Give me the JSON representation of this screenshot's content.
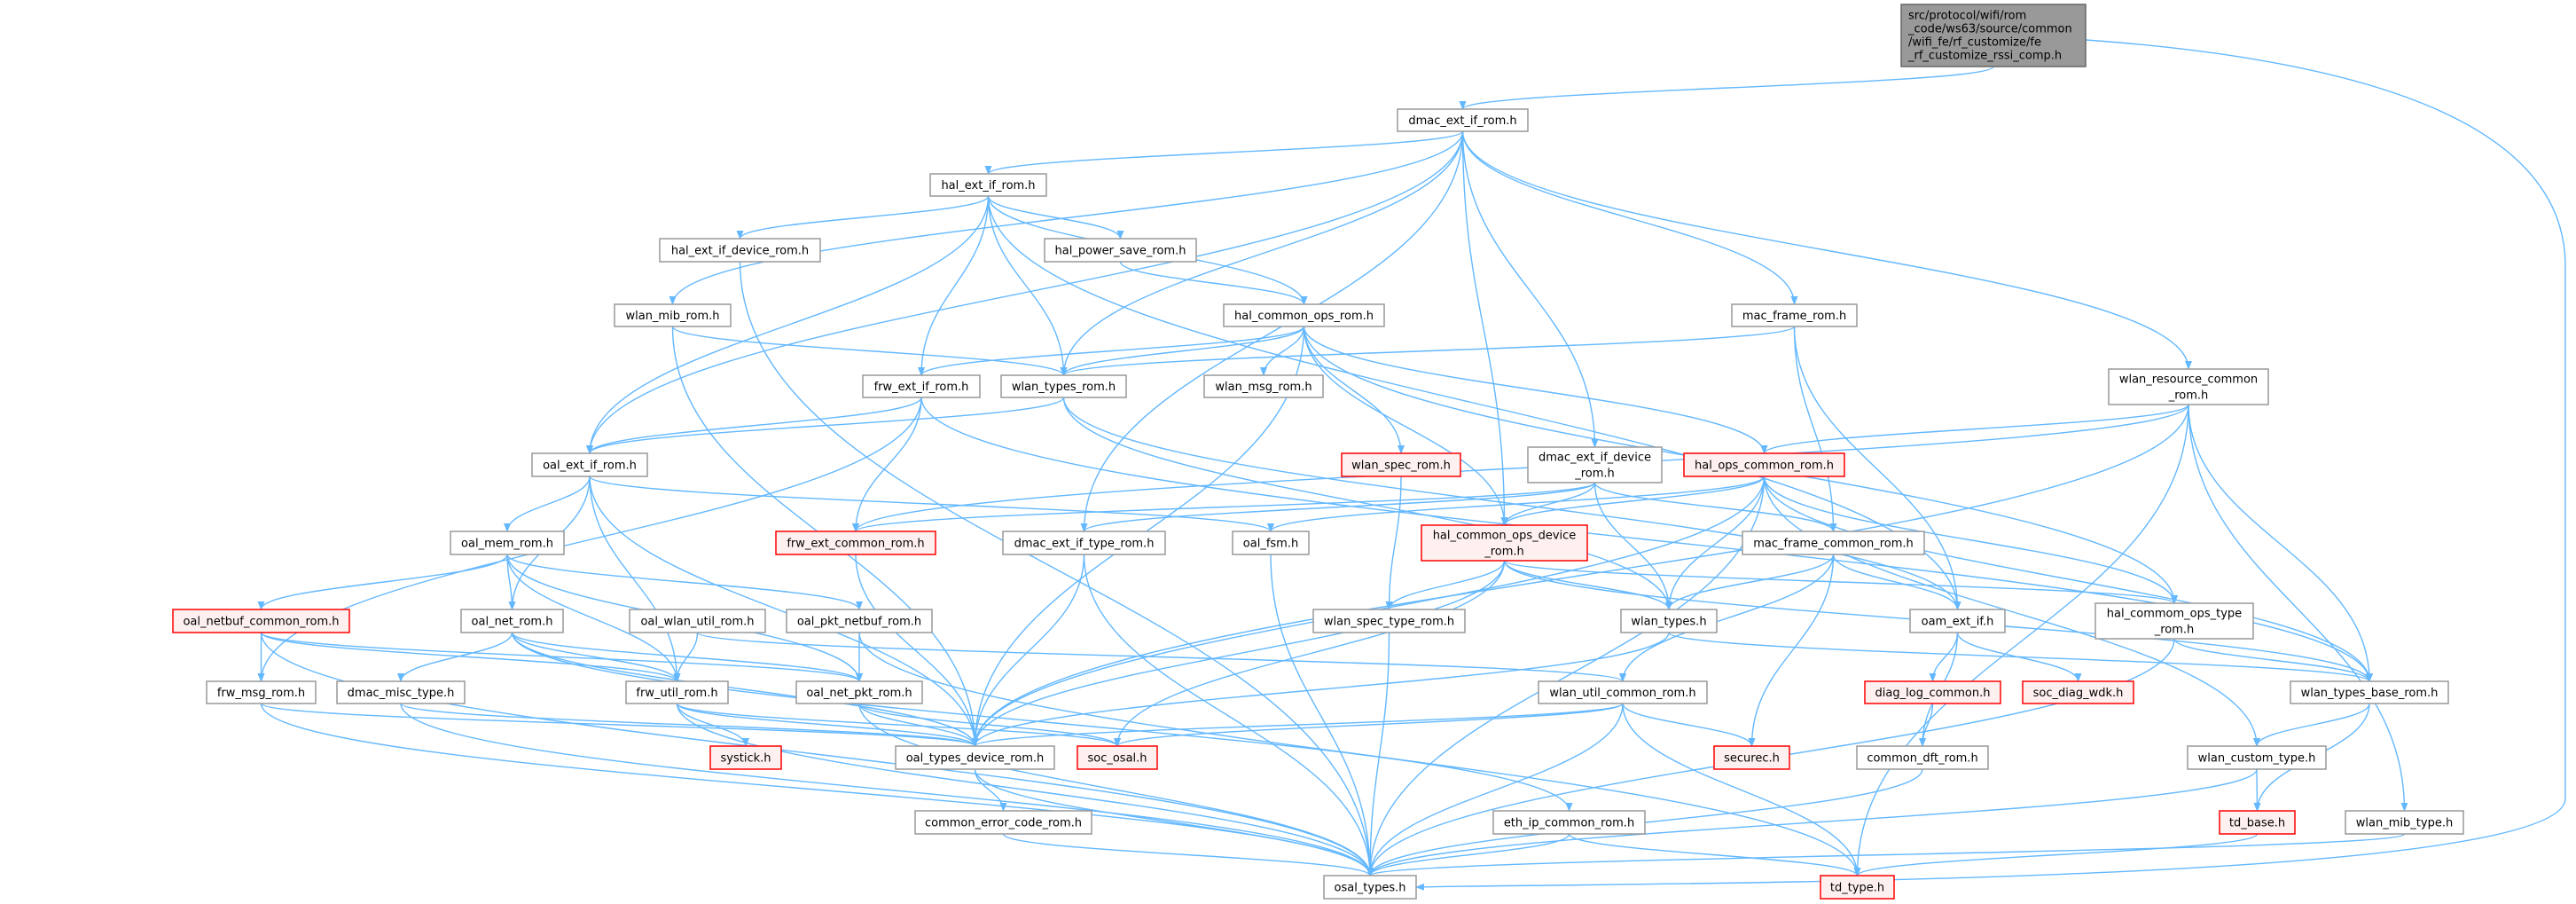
{
  "graph": {
    "edge_color": "#63b8ff",
    "nodes": [
      {
        "id": "root",
        "kind": "root",
        "lines": [
          "src/protocol/wifi/rom",
          "_code/ws63/source/common",
          "/wifi_fe/rf_customize/fe",
          "_rf_customize_rssi_comp.h"
        ]
      },
      {
        "id": "dmac_ext_if_rom",
        "kind": "normal",
        "lines": [
          "dmac_ext_if_rom.h"
        ]
      },
      {
        "id": "hal_ext_if_rom",
        "kind": "normal",
        "lines": [
          "hal_ext_if_rom.h"
        ]
      },
      {
        "id": "hal_ext_if_device_rom",
        "kind": "normal",
        "lines": [
          "hal_ext_if_device_rom.h"
        ]
      },
      {
        "id": "hal_power_save_rom",
        "kind": "normal",
        "lines": [
          "hal_power_save_rom.h"
        ]
      },
      {
        "id": "wlan_mib_rom",
        "kind": "normal",
        "lines": [
          "wlan_mib_rom.h"
        ]
      },
      {
        "id": "hal_common_ops_rom",
        "kind": "normal",
        "lines": [
          "hal_common_ops_rom.h"
        ]
      },
      {
        "id": "mac_frame_rom",
        "kind": "normal",
        "lines": [
          "mac_frame_rom.h"
        ]
      },
      {
        "id": "frw_ext_if_rom",
        "kind": "normal",
        "lines": [
          "frw_ext_if_rom.h"
        ]
      },
      {
        "id": "wlan_types_rom",
        "kind": "normal",
        "lines": [
          "wlan_types_rom.h"
        ]
      },
      {
        "id": "wlan_msg_rom",
        "kind": "normal",
        "lines": [
          "wlan_msg_rom.h"
        ]
      },
      {
        "id": "wlan_resource_common_rom",
        "kind": "normal",
        "lines": [
          "wlan_resource_common",
          "_rom.h"
        ]
      },
      {
        "id": "oal_ext_if_rom",
        "kind": "normal",
        "lines": [
          "oal_ext_if_rom.h"
        ]
      },
      {
        "id": "wlan_spec_rom",
        "kind": "incomplete",
        "lines": [
          "wlan_spec_rom.h"
        ]
      },
      {
        "id": "dmac_ext_if_device_rom",
        "kind": "normal",
        "lines": [
          "dmac_ext_if_device",
          "_rom.h"
        ]
      },
      {
        "id": "hal_ops_common_rom",
        "kind": "incomplete",
        "lines": [
          "hal_ops_common_rom.h"
        ]
      },
      {
        "id": "oal_mem_rom",
        "kind": "normal",
        "lines": [
          "oal_mem_rom.h"
        ]
      },
      {
        "id": "frw_ext_common_rom",
        "kind": "incomplete",
        "lines": [
          "frw_ext_common_rom.h"
        ]
      },
      {
        "id": "dmac_ext_if_type_rom",
        "kind": "normal",
        "lines": [
          "dmac_ext_if_type_rom.h"
        ]
      },
      {
        "id": "oal_fsm",
        "kind": "normal",
        "lines": [
          "oal_fsm.h"
        ]
      },
      {
        "id": "hal_common_ops_device_rom",
        "kind": "incomplete",
        "lines": [
          "hal_common_ops_device",
          "_rom.h"
        ]
      },
      {
        "id": "mac_frame_common_rom",
        "kind": "normal",
        "lines": [
          "mac_frame_common_rom.h"
        ]
      },
      {
        "id": "oal_netbuf_common_rom",
        "kind": "incomplete",
        "lines": [
          "oal_netbuf_common_rom.h"
        ]
      },
      {
        "id": "oal_net_rom",
        "kind": "normal",
        "lines": [
          "oal_net_rom.h"
        ]
      },
      {
        "id": "oal_wlan_util_rom",
        "kind": "normal",
        "lines": [
          "oal_wlan_util_rom.h"
        ]
      },
      {
        "id": "oal_pkt_netbuf_rom",
        "kind": "normal",
        "lines": [
          "oal_pkt_netbuf_rom.h"
        ]
      },
      {
        "id": "wlan_spec_type_rom",
        "kind": "normal",
        "lines": [
          "wlan_spec_type_rom.h"
        ]
      },
      {
        "id": "wlan_types",
        "kind": "normal",
        "lines": [
          "wlan_types.h"
        ]
      },
      {
        "id": "oam_ext_if",
        "kind": "normal",
        "lines": [
          "oam_ext_if.h"
        ]
      },
      {
        "id": "hal_commom_ops_type_rom",
        "kind": "normal",
        "lines": [
          "hal_commom_ops_type",
          "_rom.h"
        ]
      },
      {
        "id": "frw_msg_rom",
        "kind": "normal",
        "lines": [
          "frw_msg_rom.h"
        ]
      },
      {
        "id": "dmac_misc_type",
        "kind": "normal",
        "lines": [
          "dmac_misc_type.h"
        ]
      },
      {
        "id": "frw_util_rom",
        "kind": "normal",
        "lines": [
          "frw_util_rom.h"
        ]
      },
      {
        "id": "oal_net_pkt_rom",
        "kind": "normal",
        "lines": [
          "oal_net_pkt_rom.h"
        ]
      },
      {
        "id": "wlan_util_common_rom",
        "kind": "normal",
        "lines": [
          "wlan_util_common_rom.h"
        ]
      },
      {
        "id": "diag_log_common",
        "kind": "incomplete",
        "lines": [
          "diag_log_common.h"
        ]
      },
      {
        "id": "soc_diag_wdk",
        "kind": "incomplete",
        "lines": [
          "soc_diag_wdk.h"
        ]
      },
      {
        "id": "wlan_types_base_rom",
        "kind": "normal",
        "lines": [
          "wlan_types_base_rom.h"
        ]
      },
      {
        "id": "systick",
        "kind": "incomplete",
        "lines": [
          "systick.h"
        ]
      },
      {
        "id": "oal_types_device_rom",
        "kind": "normal",
        "lines": [
          "oal_types_device_rom.h"
        ]
      },
      {
        "id": "soc_osal",
        "kind": "incomplete",
        "lines": [
          "soc_osal.h"
        ]
      },
      {
        "id": "securec",
        "kind": "incomplete",
        "lines": [
          "securec.h"
        ]
      },
      {
        "id": "common_dft_rom",
        "kind": "normal",
        "lines": [
          "common_dft_rom.h"
        ]
      },
      {
        "id": "wlan_custom_type",
        "kind": "normal",
        "lines": [
          "wlan_custom_type.h"
        ]
      },
      {
        "id": "common_error_code_rom",
        "kind": "normal",
        "lines": [
          "common_error_code_rom.h"
        ]
      },
      {
        "id": "eth_ip_common_rom",
        "kind": "normal",
        "lines": [
          "eth_ip_common_rom.h"
        ]
      },
      {
        "id": "td_base",
        "kind": "incomplete",
        "lines": [
          "td_base.h"
        ]
      },
      {
        "id": "wlan_mib_type",
        "kind": "normal",
        "lines": [
          "wlan_mib_type.h"
        ]
      },
      {
        "id": "osal_types",
        "kind": "normal",
        "lines": [
          "osal_types.h"
        ]
      },
      {
        "id": "td_type",
        "kind": "incomplete",
        "lines": [
          "td_type.h"
        ]
      }
    ],
    "edges": [
      [
        "root",
        "dmac_ext_if_rom"
      ],
      [
        "root",
        "osal_types"
      ],
      [
        "dmac_ext_if_rom",
        "hal_ext_if_rom"
      ],
      [
        "dmac_ext_if_rom",
        "oal_ext_if_rom"
      ],
      [
        "dmac_ext_if_rom",
        "wlan_mib_rom"
      ],
      [
        "dmac_ext_if_rom",
        "wlan_types_rom"
      ],
      [
        "dmac_ext_if_rom",
        "dmac_ext_if_type_rom"
      ],
      [
        "dmac_ext_if_rom",
        "dmac_ext_if_device_rom"
      ],
      [
        "dmac_ext_if_rom",
        "mac_frame_rom"
      ],
      [
        "dmac_ext_if_rom",
        "wlan_resource_common_rom"
      ],
      [
        "dmac_ext_if_rom",
        "hal_common_ops_device_rom"
      ],
      [
        "hal_ext_if_rom",
        "hal_ext_if_device_rom"
      ],
      [
        "hal_ext_if_rom",
        "hal_power_save_rom"
      ],
      [
        "hal_ext_if_rom",
        "hal_common_ops_rom"
      ],
      [
        "hal_ext_if_rom",
        "frw_ext_if_rom"
      ],
      [
        "hal_ext_if_rom",
        "wlan_types_rom"
      ],
      [
        "hal_ext_if_rom",
        "oal_ext_if_rom"
      ],
      [
        "hal_ext_if_rom",
        "oam_ext_if"
      ],
      [
        "hal_ext_if_device_rom",
        "osal_types"
      ],
      [
        "wlan_mib_rom",
        "wlan_types_rom"
      ],
      [
        "wlan_mib_rom",
        "oal_types_device_rom"
      ],
      [
        "hal_power_save_rom",
        "hal_common_ops_rom"
      ],
      [
        "hal_common_ops_rom",
        "frw_ext_if_rom"
      ],
      [
        "hal_common_ops_rom",
        "wlan_types_rom"
      ],
      [
        "hal_common_ops_rom",
        "wlan_msg_rom"
      ],
      [
        "hal_common_ops_rom",
        "wlan_spec_rom"
      ],
      [
        "hal_common_ops_rom",
        "hal_common_ops_device_rom"
      ],
      [
        "hal_common_ops_rom",
        "hal_ops_common_rom"
      ],
      [
        "hal_common_ops_rom",
        "hal_commom_ops_type_rom"
      ],
      [
        "hal_common_ops_rom",
        "oal_types_device_rom"
      ],
      [
        "mac_frame_rom",
        "wlan_types_rom"
      ],
      [
        "mac_frame_rom",
        "mac_frame_common_rom"
      ],
      [
        "mac_frame_rom",
        "oam_ext_if"
      ],
      [
        "frw_ext_if_rom",
        "oal_ext_if_rom"
      ],
      [
        "frw_ext_if_rom",
        "frw_ext_common_rom"
      ],
      [
        "frw_ext_if_rom",
        "frw_msg_rom"
      ],
      [
        "frw_ext_if_rom",
        "wlan_types_base_rom"
      ],
      [
        "wlan_types_rom",
        "oal_ext_if_rom"
      ],
      [
        "wlan_types_rom",
        "wlan_types"
      ],
      [
        "wlan_types_rom",
        "oam_ext_if"
      ],
      [
        "wlan_resource_common_rom",
        "hal_ops_common_rom"
      ],
      [
        "wlan_resource_common_rom",
        "frw_ext_common_rom"
      ],
      [
        "wlan_resource_common_rom",
        "oal_types_device_rom"
      ],
      [
        "wlan_resource_common_rom",
        "wlan_types_base_rom"
      ],
      [
        "wlan_resource_common_rom",
        "wlan_mib_type"
      ],
      [
        "wlan_resource_common_rom",
        "td_type"
      ],
      [
        "oal_ext_if_rom",
        "oal_mem_rom"
      ],
      [
        "oal_ext_if_rom",
        "oal_net_rom"
      ],
      [
        "oal_ext_if_rom",
        "oal_fsm"
      ],
      [
        "oal_ext_if_rom",
        "frw_util_rom"
      ],
      [
        "oal_ext_if_rom",
        "oal_types_device_rom"
      ],
      [
        "oal_mem_rom",
        "oal_netbuf_common_rom"
      ],
      [
        "oal_mem_rom",
        "oal_net_rom"
      ],
      [
        "oal_mem_rom",
        "oal_pkt_netbuf_rom"
      ],
      [
        "oal_mem_rom",
        "frw_util_rom"
      ],
      [
        "oal_mem_rom",
        "oal_net_pkt_rom"
      ],
      [
        "oal_netbuf_common_rom",
        "frw_msg_rom"
      ],
      [
        "oal_netbuf_common_rom",
        "frw_util_rom"
      ],
      [
        "oal_netbuf_common_rom",
        "oal_net_pkt_rom"
      ],
      [
        "oal_netbuf_common_rom",
        "osal_types"
      ],
      [
        "oal_net_rom",
        "dmac_misc_type"
      ],
      [
        "oal_net_rom",
        "frw_util_rom"
      ],
      [
        "oal_net_rom",
        "oal_net_pkt_rom"
      ],
      [
        "oal_net_rom",
        "oal_types_device_rom"
      ],
      [
        "oal_net_rom",
        "eth_ip_common_rom"
      ],
      [
        "oal_wlan_util_rom",
        "frw_util_rom"
      ],
      [
        "oal_wlan_util_rom",
        "wlan_util_common_rom"
      ],
      [
        "oal_pkt_netbuf_rom",
        "oal_net_pkt_rom"
      ],
      [
        "oal_pkt_netbuf_rom",
        "td_type"
      ],
      [
        "frw_msg_rom",
        "oal_types_device_rom"
      ],
      [
        "frw_msg_rom",
        "osal_types"
      ],
      [
        "dmac_misc_type",
        "oal_types_device_rom"
      ],
      [
        "dmac_misc_type",
        "osal_types"
      ],
      [
        "frw_util_rom",
        "systick"
      ],
      [
        "frw_util_rom",
        "oal_types_device_rom"
      ],
      [
        "frw_util_rom",
        "soc_osal"
      ],
      [
        "frw_util_rom",
        "osal_types"
      ],
      [
        "oal_net_pkt_rom",
        "oal_types_device_rom"
      ],
      [
        "oal_net_pkt_rom",
        "soc_osal"
      ],
      [
        "oal_net_pkt_rom",
        "osal_types"
      ],
      [
        "frw_ext_common_rom",
        "oal_types_device_rom"
      ],
      [
        "dmac_ext_if_type_rom",
        "oal_types_device_rom"
      ],
      [
        "dmac_ext_if_type_rom",
        "osal_types"
      ],
      [
        "oal_fsm",
        "osal_types"
      ],
      [
        "dmac_ext_if_device_rom",
        "frw_ext_common_rom"
      ],
      [
        "dmac_ext_if_device_rom",
        "dmac_ext_if_type_rom"
      ],
      [
        "dmac_ext_if_device_rom",
        "hal_common_ops_device_rom"
      ],
      [
        "dmac_ext_if_device_rom",
        "wlan_types"
      ],
      [
        "dmac_ext_if_device_rom",
        "mac_frame_common_rom"
      ],
      [
        "hal_ops_common_rom",
        "oal_fsm"
      ],
      [
        "hal_ops_common_rom",
        "hal_common_ops_device_rom"
      ],
      [
        "hal_ops_common_rom",
        "wlan_types"
      ],
      [
        "hal_ops_common_rom",
        "hal_commom_ops_type_rom"
      ],
      [
        "hal_ops_common_rom",
        "wlan_types_base_rom"
      ],
      [
        "hal_ops_common_rom",
        "wlan_custom_type"
      ],
      [
        "hal_ops_common_rom",
        "oal_types_device_rom"
      ],
      [
        "hal_ops_common_rom",
        "osal_types"
      ],
      [
        "hal_common_ops_device_rom",
        "wlan_spec_type_rom"
      ],
      [
        "hal_common_ops_device_rom",
        "wlan_types"
      ],
      [
        "hal_common_ops_device_rom",
        "hal_commom_ops_type_rom"
      ],
      [
        "hal_common_ops_device_rom",
        "wlan_types_base_rom"
      ],
      [
        "hal_common_ops_device_rom",
        "oal_types_device_rom"
      ],
      [
        "hal_common_ops_device_rom",
        "soc_osal"
      ],
      [
        "wlan_spec_rom",
        "wlan_spec_type_rom"
      ],
      [
        "wlan_spec_type_rom",
        "osal_types"
      ],
      [
        "mac_frame_common_rom",
        "wlan_types"
      ],
      [
        "mac_frame_common_rom",
        "oam_ext_if"
      ],
      [
        "mac_frame_common_rom",
        "wlan_util_common_rom"
      ],
      [
        "mac_frame_common_rom",
        "securec"
      ],
      [
        "wlan_types",
        "oal_types_device_rom"
      ],
      [
        "wlan_types",
        "wlan_types_base_rom"
      ],
      [
        "oam_ext_if",
        "diag_log_common"
      ],
      [
        "oam_ext_if",
        "soc_diag_wdk"
      ],
      [
        "oam_ext_if",
        "common_dft_rom"
      ],
      [
        "hal_commom_ops_type_rom",
        "wlan_types_base_rom"
      ],
      [
        "hal_commom_ops_type_rom",
        "osal_types"
      ],
      [
        "wlan_util_common_rom",
        "oal_types_device_rom"
      ],
      [
        "wlan_util_common_rom",
        "soc_osal"
      ],
      [
        "wlan_util_common_rom",
        "securec"
      ],
      [
        "wlan_util_common_rom",
        "td_type"
      ],
      [
        "wlan_util_common_rom",
        "osal_types"
      ],
      [
        "diag_log_common",
        "common_dft_rom"
      ],
      [
        "common_dft_rom",
        "osal_types"
      ],
      [
        "wlan_types_base_rom",
        "wlan_custom_type"
      ],
      [
        "wlan_types_base_rom",
        "td_base"
      ],
      [
        "wlan_custom_type",
        "td_base"
      ],
      [
        "wlan_custom_type",
        "osal_types"
      ],
      [
        "td_base",
        "td_type"
      ],
      [
        "wlan_mib_type",
        "osal_types"
      ],
      [
        "oal_types_device_rom",
        "common_error_code_rom"
      ],
      [
        "oal_types_device_rom",
        "osal_types"
      ],
      [
        "common_error_code_rom",
        "osal_types"
      ],
      [
        "eth_ip_common_rom",
        "osal_types"
      ],
      [
        "eth_ip_common_rom",
        "td_type"
      ]
    ]
  }
}
